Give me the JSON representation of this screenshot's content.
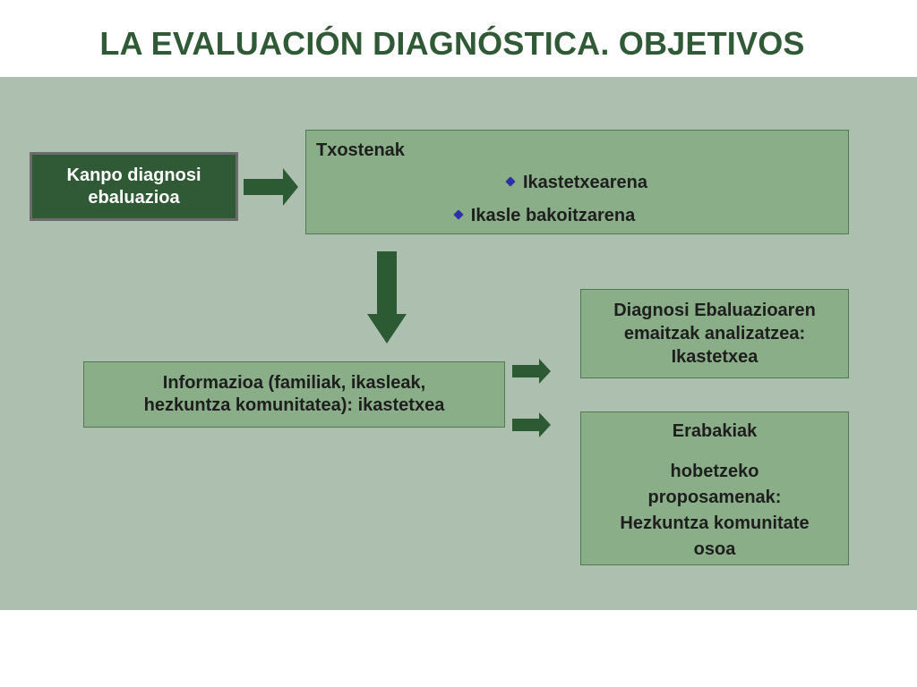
{
  "slide": {
    "title": "LA EVALUACIÓN DIAGNÓSTICA. OBJETIVOS"
  },
  "boxes": {
    "kanpo": {
      "line1": "Kanpo diagnosi",
      "line2": "ebaluazioa"
    },
    "txostenak": {
      "title": "Txostenak",
      "items": [
        "Ikastetxearena",
        "Ikasle bakoitzarena"
      ]
    },
    "informazioa": {
      "line1": "Informazioa (familiak, ikasleak,",
      "line2": "hezkuntza komunitatea): ikastetxea"
    },
    "diagnosi": {
      "line1": "Diagnosi Ebaluazioaren",
      "line2": "emaitzak analizatzea:",
      "line3": "Ikastetxea"
    },
    "erabakiak": {
      "title": "Erabakiak",
      "line1": "hobetzeko",
      "line2": "proposamenak:",
      "line3": "Hezkuntza komunitate",
      "line4": "osoa"
    }
  },
  "colors": {
    "title": "#2f5a35",
    "panel": "#adbfaf",
    "box": "#8aae88",
    "dark_box": "#2f5a35",
    "arrow": "#2b5a33",
    "bullet": "#2f2fa8"
  },
  "icons": {
    "bullet": "diamond-bullet-icon",
    "arrow": "block-arrow-icon"
  }
}
